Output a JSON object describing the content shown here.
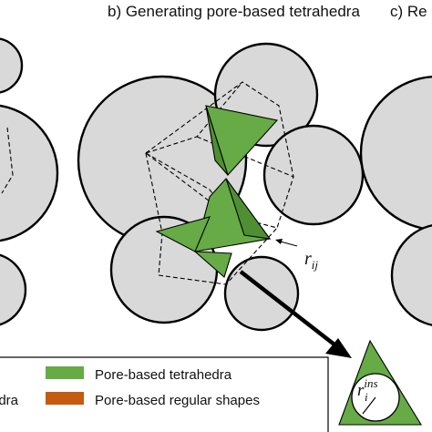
{
  "panels": [
    {
      "id": "a",
      "title": ""
    },
    {
      "id": "b",
      "title": "b) Generating pore-based tetrahedra"
    },
    {
      "id": "c",
      "title": "c) Re"
    }
  ],
  "labels": {
    "radius": {
      "symbol": "r",
      "subscript": "ij"
    },
    "inscribed_radius": {
      "symbol": "r",
      "subscript": "i",
      "superscript": "ins"
    }
  },
  "legend": {
    "items": [
      {
        "label": "Pore-based tetrahedra",
        "color": "#66ab45"
      },
      {
        "label": "Pore-based regular shapes",
        "color": "#c55a11"
      }
    ],
    "cut_label": "edra"
  },
  "colors": {
    "sphere_fill": "#d9d9d9",
    "tetrahedron_fill": "#66ab45",
    "regular_shape_fill": "#c55a11"
  }
}
